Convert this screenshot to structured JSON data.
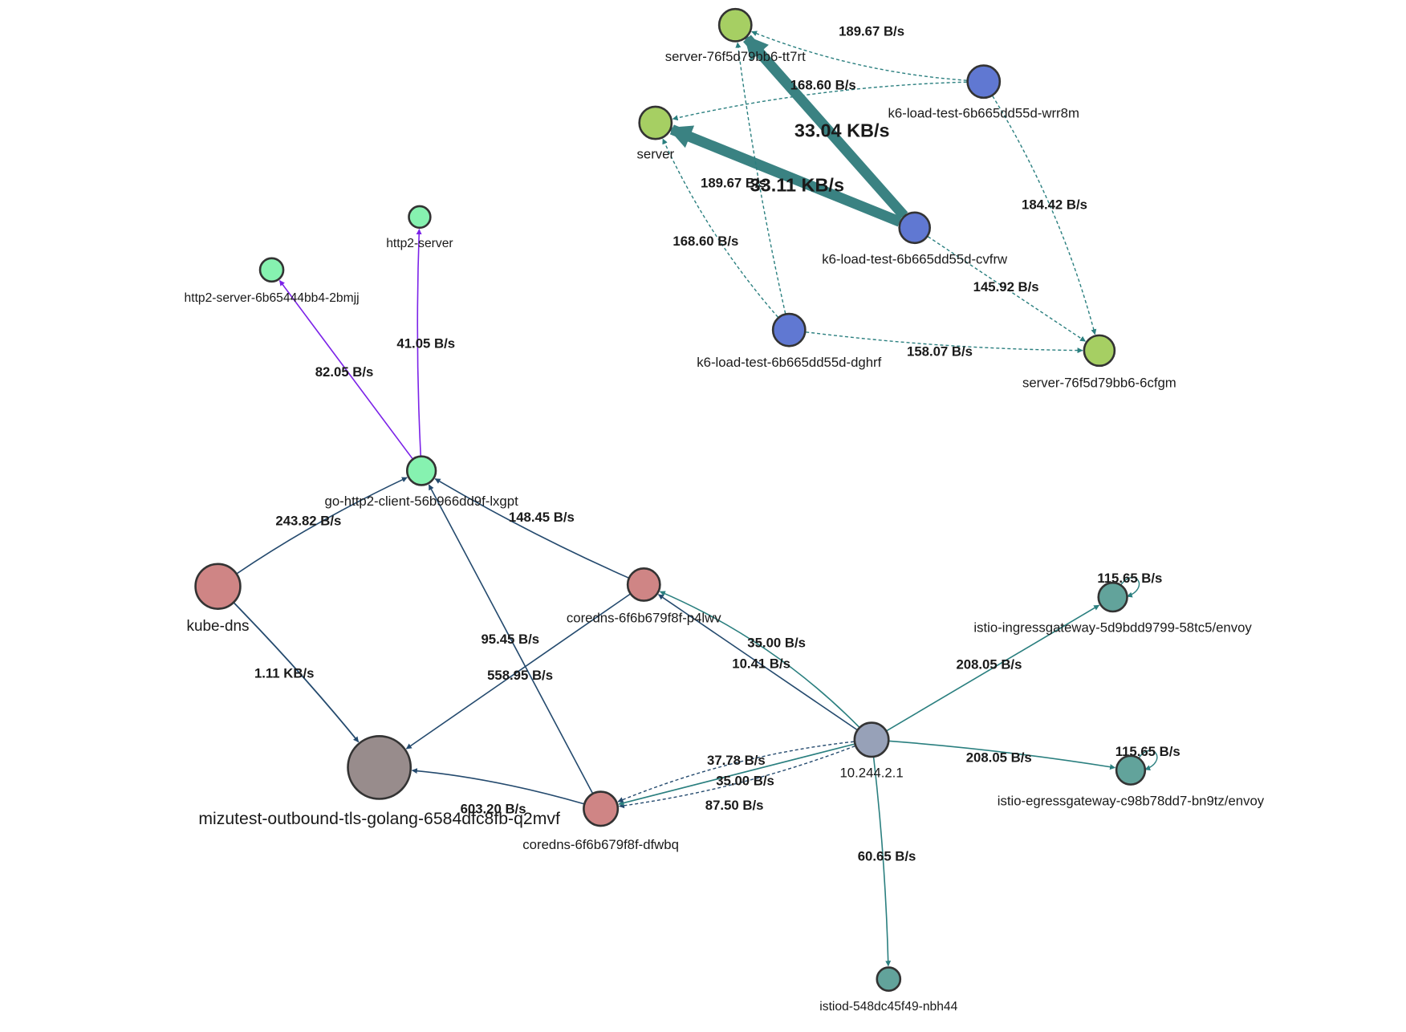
{
  "nodes": [
    {
      "id": "srv-tt7rt",
      "label": "server-76f5d79bb6-tt7rt",
      "color": "#a6cf63",
      "size": "small"
    },
    {
      "id": "srv",
      "label": "server",
      "color": "#a6cf63",
      "size": "small"
    },
    {
      "id": "k6-wrr8m",
      "label": "k6-load-test-6b665dd55d-wrr8m",
      "color": "#6078d2",
      "size": "small"
    },
    {
      "id": "k6-cvfrw",
      "label": "k6-load-test-6b665dd55d-cvfrw",
      "color": "#6078d2",
      "size": "small"
    },
    {
      "id": "k6-dghrf",
      "label": "k6-load-test-6b665dd55d-dghrf",
      "color": "#6078d2",
      "size": "small"
    },
    {
      "id": "srv-6cfgm",
      "label": "server-76f5d79bb6-6cfgm",
      "color": "#a6cf63",
      "size": "small"
    },
    {
      "id": "h2srv",
      "label": "http2-server",
      "color": "#86f2b0",
      "size": "tiny"
    },
    {
      "id": "h2srv-2bmjj",
      "label": "http2-server-6b65444bb4-2bmjj",
      "color": "#86f2b0",
      "size": "tiny"
    },
    {
      "id": "goclient",
      "label": "go-http2-client-56b966dd9f-lxgpt",
      "color": "#86f2b0",
      "size": "small"
    },
    {
      "id": "kubedns",
      "label": "kube-dns",
      "color": "#cf8585",
      "size": "medium"
    },
    {
      "id": "coredns-p4lwv",
      "label": "coredns-6f6b679f8f-p4lwv",
      "color": "#cf8585",
      "size": "small"
    },
    {
      "id": "mizutest",
      "label": "mizutest-outbound-tls-golang-6584dfc8fb-q2mvf",
      "color": "#988c8c",
      "size": "large"
    },
    {
      "id": "coredns-dfwbq",
      "label": "coredns-6f6b679f8f-dfwbq",
      "color": "#cf8585",
      "size": "small"
    },
    {
      "id": "ip",
      "label": "10.244.2.1",
      "color": "#97a1b8",
      "size": "small"
    },
    {
      "id": "ingress",
      "label": "istio-ingressgateway-5d9bdd9799-58tc5/envoy",
      "color": "#62a39b",
      "size": "small"
    },
    {
      "id": "egress",
      "label": "istio-egressgateway-c98b78dd7-bn9tz/envoy",
      "color": "#62a39b",
      "size": "small"
    },
    {
      "id": "istiod",
      "label": "istiod-548dc45f49-nbh44",
      "color": "#62a39b",
      "size": "tiny"
    }
  ],
  "edges": [
    {
      "from": "k6-wrr8m",
      "to": "srv-tt7rt",
      "label": "189.67 B/s",
      "style": "dashed",
      "color": "#2a7f7f"
    },
    {
      "from": "k6-wrr8m",
      "to": "srv",
      "label": "168.60 B/s",
      "style": "dashed",
      "color": "#2a7f7f"
    },
    {
      "from": "k6-cvfrw",
      "to": "srv-tt7rt",
      "label": "33.04 KB/s",
      "style": "heavy",
      "color": "#3a8282"
    },
    {
      "from": "k6-cvfrw",
      "to": "srv",
      "label": "33.11 KB/s",
      "style": "heavy",
      "color": "#3a8282"
    },
    {
      "from": "k6-dghrf",
      "to": "srv-tt7rt",
      "label": "189.67 B/s",
      "style": "dashed",
      "color": "#2a7f7f"
    },
    {
      "from": "k6-dghrf",
      "to": "srv",
      "label": "168.60 B/s",
      "style": "dashed",
      "color": "#2a7f7f"
    },
    {
      "from": "k6-wrr8m",
      "to": "srv-6cfgm",
      "label": "184.42 B/s",
      "style": "dashed",
      "color": "#2a7f7f"
    },
    {
      "from": "k6-cvfrw",
      "to": "srv-6cfgm",
      "label": "145.92 B/s",
      "style": "dashed",
      "color": "#2a7f7f"
    },
    {
      "from": "k6-dghrf",
      "to": "srv-6cfgm",
      "label": "158.07 B/s",
      "style": "dashed",
      "color": "#2a7f7f"
    },
    {
      "from": "goclient",
      "to": "h2srv-2bmjj",
      "label": "82.05 B/s",
      "style": "solid",
      "color": "#7b22e8"
    },
    {
      "from": "goclient",
      "to": "h2srv",
      "label": "41.05 B/s",
      "style": "solid",
      "color": "#7b22e8"
    },
    {
      "from": "kubedns",
      "to": "goclient",
      "label": "243.82 B/s",
      "style": "solid",
      "color": "#244a6e"
    },
    {
      "from": "coredns-p4lwv",
      "to": "goclient",
      "label": "148.45 B/s",
      "style": "solid",
      "color": "#244a6e"
    },
    {
      "from": "coredns-dfwbq",
      "to": "goclient",
      "label": "95.45 B/s",
      "style": "solid",
      "color": "#244a6e"
    },
    {
      "from": "kubedns",
      "to": "mizutest",
      "label": "1.11 KB/s",
      "style": "solid",
      "color": "#244a6e"
    },
    {
      "from": "coredns-p4lwv",
      "to": "mizutest",
      "label": "558.95 B/s",
      "style": "solid",
      "color": "#244a6e"
    },
    {
      "from": "coredns-dfwbq",
      "to": "mizutest",
      "label": "603.20 B/s",
      "style": "solid",
      "color": "#244a6e"
    },
    {
      "from": "ip",
      "to": "coredns-p4lwv",
      "label": "35.00 B/s",
      "style": "solid",
      "color": "#2a7f7f"
    },
    {
      "from": "ip",
      "to": "coredns-p4lwv",
      "label": "10.41 B/s",
      "style": "solid",
      "color": "#244a6e"
    },
    {
      "from": "ip",
      "to": "coredns-dfwbq",
      "label": "37.78 B/s",
      "style": "dashed",
      "color": "#244a6e"
    },
    {
      "from": "ip",
      "to": "coredns-dfwbq",
      "label": "35.00 B/s",
      "style": "solid",
      "color": "#2a7f7f"
    },
    {
      "from": "ip",
      "to": "coredns-dfwbq",
      "label": "87.50 B/s",
      "style": "dashed",
      "color": "#244a6e"
    },
    {
      "from": "ip",
      "to": "ingress",
      "label": "208.05 B/s",
      "style": "solid",
      "color": "#2a7f7f"
    },
    {
      "from": "ip",
      "to": "egress",
      "label": "208.05 B/s",
      "style": "solid",
      "color": "#2a7f7f"
    },
    {
      "from": "ip",
      "to": "istiod",
      "label": "60.65 B/s",
      "style": "solid",
      "color": "#2a7f7f"
    },
    {
      "from": "ingress",
      "to": "ingress",
      "label": "115.65 B/s",
      "style": "solid",
      "color": "#2a7f7f"
    },
    {
      "from": "egress",
      "to": "egress",
      "label": "115.65 B/s",
      "style": "solid",
      "color": "#2a7f7f"
    }
  ]
}
